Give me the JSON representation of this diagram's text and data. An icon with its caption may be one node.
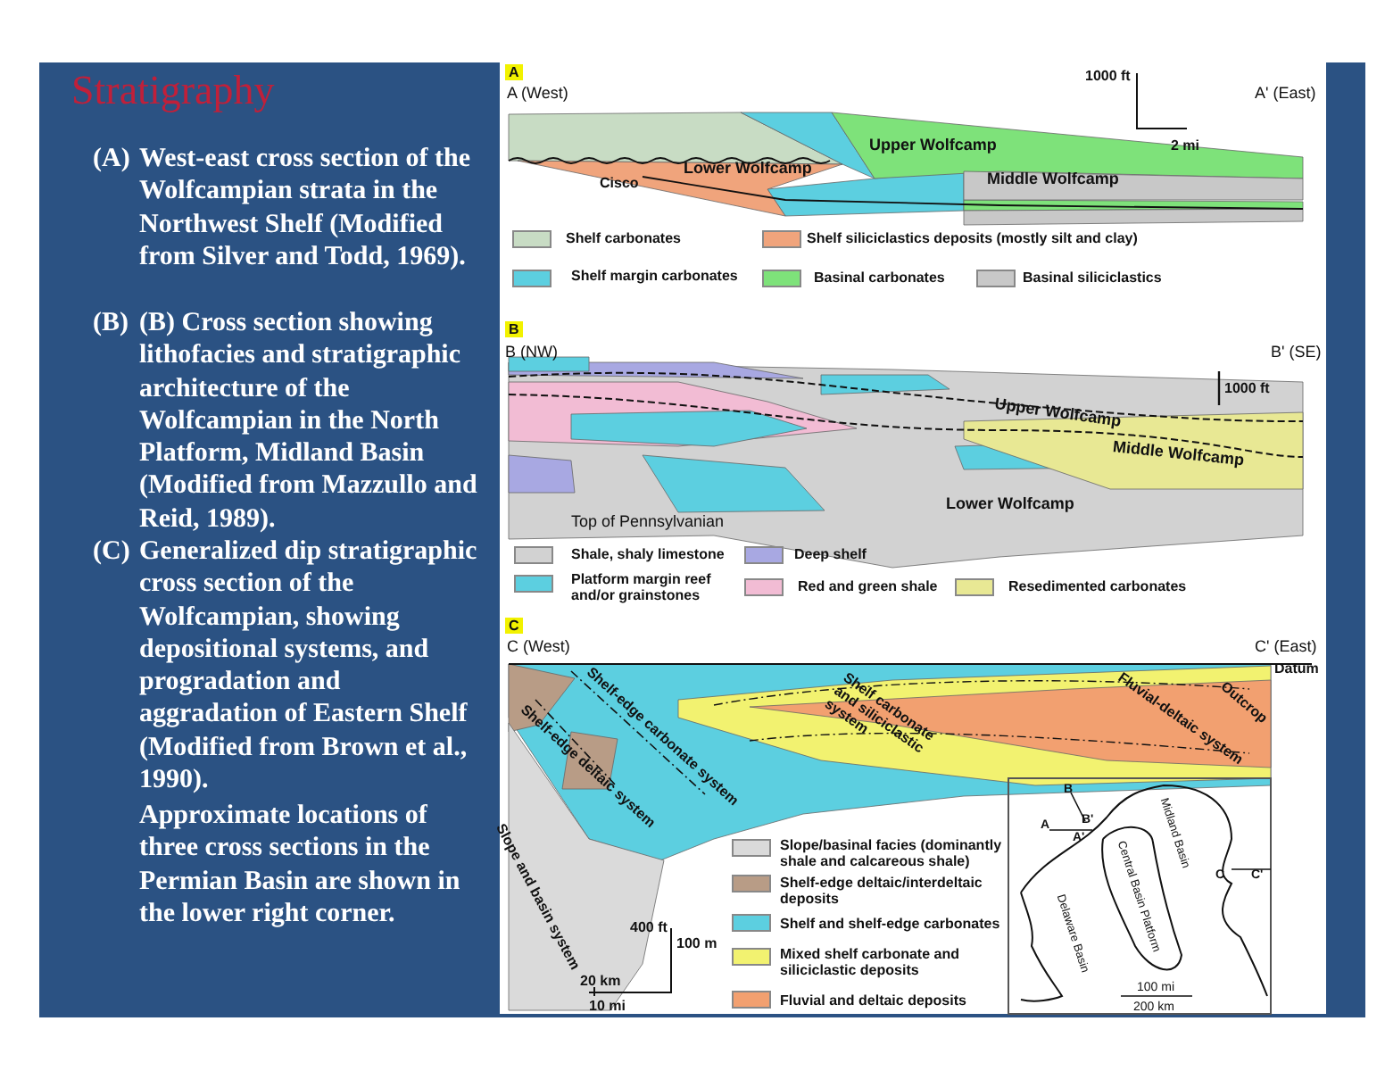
{
  "diagram": {
    "title": "Stratigraphy",
    "labels": [
      "(A)",
      "West-east cross section of the Wolfcampian strata in the Northwest Shelf (Modified from Silver and Todd, 1969).",
      "(B)",
      "(B) Cross section showing lithofacies and stratigraphic architecture of the Wolfcampian in the North Platform, Midland Basin (Modified from Mazzullo and Reid, 1989).",
      "(C)",
      "Generalized dip stratigraphic cross section of the Wolfcampian, showing depositional systems, and progradation and aggradation of Eastern Shelf (Modified from Brown et al., 1990).",
      "Approximate locations of three cross sections in the Permian Basin are shown in the lower right corner.",
      "A",
      "A (West)",
      "A' (East)",
      "1000 ft",
      "2 mi",
      "Upper Wolfcamp",
      "Lower Wolfcamp",
      "Cisco",
      "Middle Wolfcamp",
      "B",
      "B (NW)",
      "B' (SE)",
      "1000 ft",
      "Upper Wolfcamp",
      "Middle Wolfcamp",
      "Lower Wolfcamp",
      "Top of Pennsylvanian",
      "C",
      "C (West)",
      "C' (East)",
      "Datum",
      "Outcrop",
      "Shelf-edge carbonate system",
      "Shelf-edge deltaic system",
      "Slope and basin system",
      "Shelf carbonate and siliciclastic system",
      "Fluvial-deltaic system",
      "400 ft",
      "100 m",
      "20 km",
      "10 mi",
      "B",
      "B'",
      "A",
      "A'",
      "Delaware Basin",
      "Central Basin Platform",
      "Midland Basin",
      "C",
      "C'",
      "100 mi",
      "200 km"
    ],
    "legend": [
      {
        "text": "Shelf carbonates",
        "color": "#c8dcc4"
      },
      {
        "text": "Shelf siliciclastics deposits (mostly silt and clay)",
        "color": "#f0a47c"
      },
      {
        "text": "Shelf margin carbonates",
        "color": "#5ccfe0"
      },
      {
        "text": "Basinal carbonates",
        "color": "#7ee27a"
      },
      {
        "text": "Basinal siliciclastics",
        "color": "#c8c8c8"
      },
      {
        "text": "Shale, shaly limestone",
        "color": "#d2d2d2"
      },
      {
        "text": "Deep shelf",
        "color": "#a8a8e2"
      },
      {
        "text": "Platform margin reef and/or grainstones",
        "color": "#5ccfe0"
      },
      {
        "text": "Red and green shale",
        "color": "#f2bcd4"
      },
      {
        "text": "Resedimented carbonates",
        "color": "#e8e894"
      },
      {
        "text": "Slope/basinal facies (dominantly shale and calcareous shale)",
        "color": "#dadada"
      },
      {
        "text": "Shelf-edge deltaic/interdeltaic deposits",
        "color": "#b89c86"
      },
      {
        "text": "Shelf and shelf-edge carbonates",
        "color": "#5ccfe0"
      },
      {
        "text": "Mixed shelf carbonate and siliciclastic deposits",
        "color": "#f2f270"
      },
      {
        "text": "Fluvial and deltaic deposits",
        "color": "#f2a070"
      }
    ]
  }
}
